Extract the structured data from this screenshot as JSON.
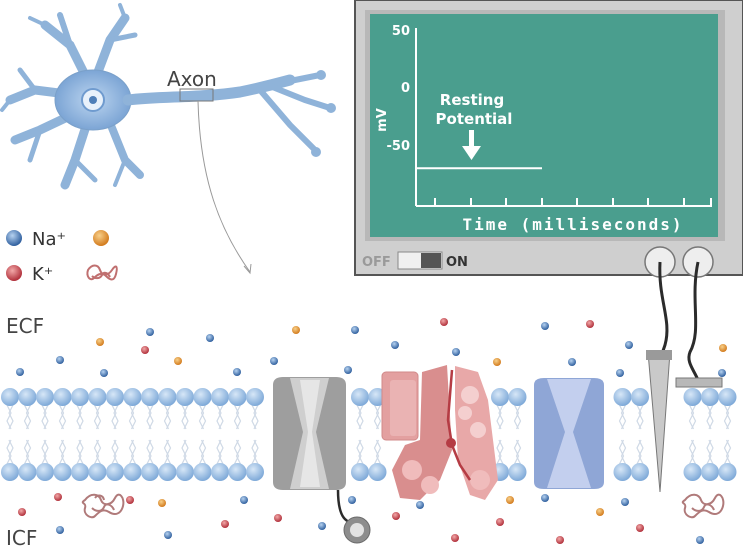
{
  "labels": {
    "axon": "Axon",
    "ecf": "ECF",
    "icf": "ICF"
  },
  "legend": {
    "na": "Na⁺",
    "k": "K⁺"
  },
  "monitor": {
    "y_label": "mV",
    "y_ticks": [
      "50",
      "0",
      "-50"
    ],
    "x_label": "Time (milliseconds)",
    "annotation_line1": "Resting",
    "annotation_line2": "Potential",
    "switch_off": "OFF",
    "switch_on": "ON",
    "resting_value_mv": -70
  },
  "colors": {
    "screen": "#4a9e8e",
    "neuron": "#8fb3d9",
    "membrane_head": "#9cc0e6",
    "na_ion": "#3a6fb0",
    "k_ion": "#c0404a",
    "other_ion": "#e08a2a",
    "channel_gray": "#a8a8a8",
    "channel_pink": "#e3a0a0",
    "channel_blue": "#8fa6d6"
  }
}
